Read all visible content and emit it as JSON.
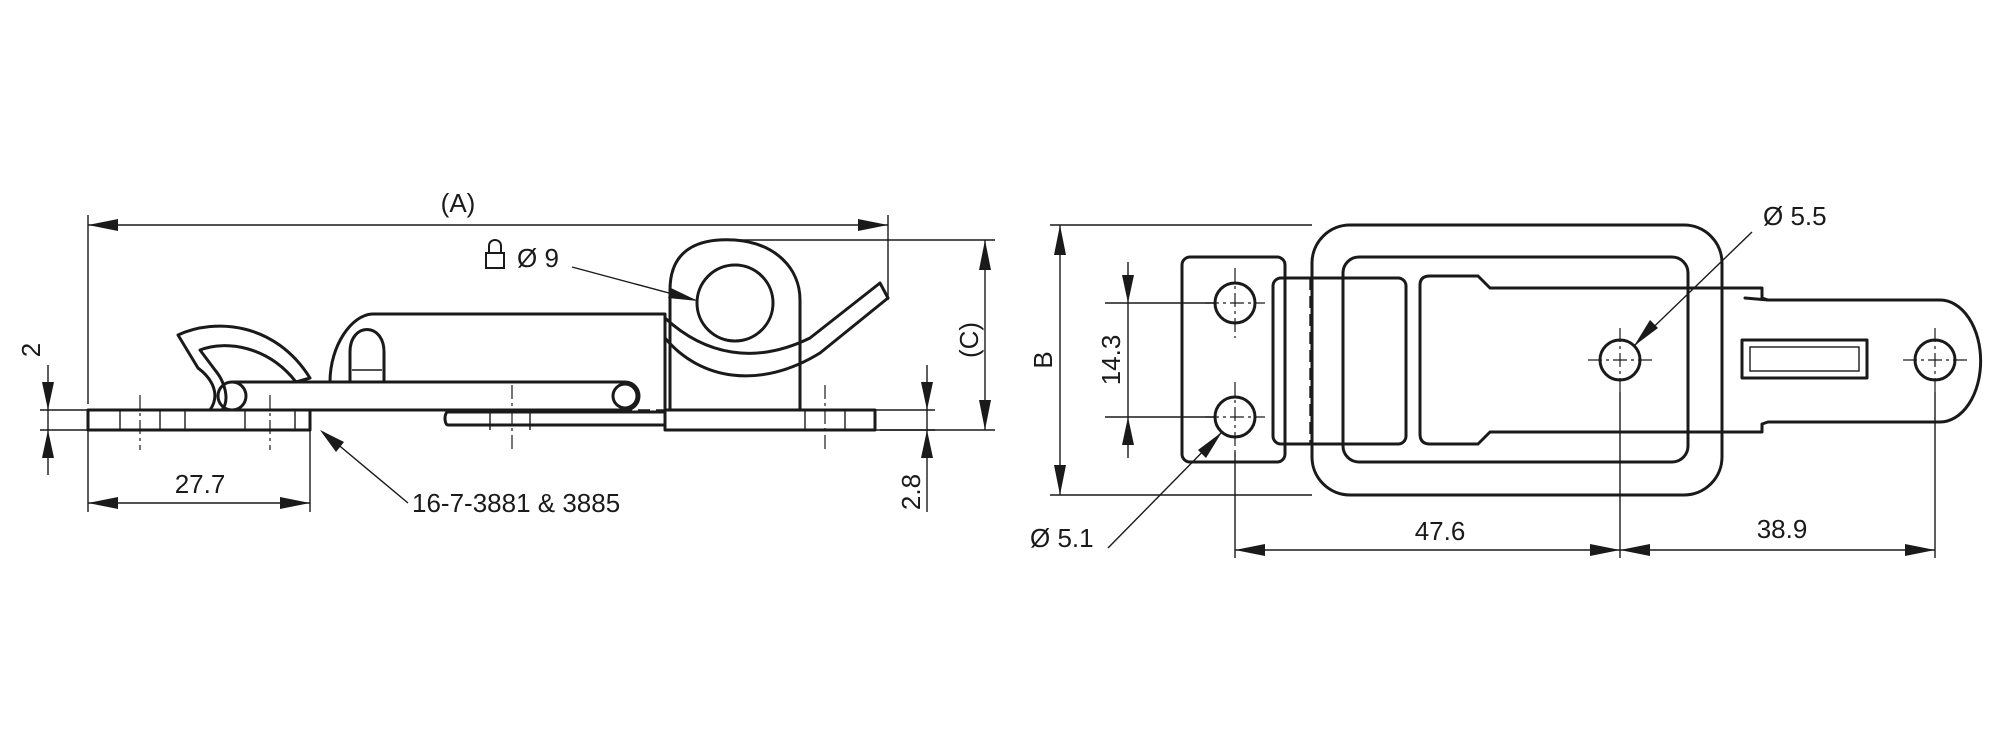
{
  "diagram": {
    "side_view": {
      "dim_overall_length": "(A)",
      "dim_shackle": "Ø 9",
      "dim_height": "(C)",
      "dim_thickness": "2",
      "dim_offset": "27.7",
      "dim_base_thickness": "2.8",
      "part_callout": "16-7-3881 & 3885",
      "padlock_icon": "padlock-icon"
    },
    "top_view": {
      "dim_width": "B",
      "dim_hole_spacing": "14.3",
      "dim_hole_small": "Ø 5.1",
      "dim_hole_large": "Ø 5.5",
      "dim_span_1": "47.6",
      "dim_span_2": "38.9"
    }
  }
}
